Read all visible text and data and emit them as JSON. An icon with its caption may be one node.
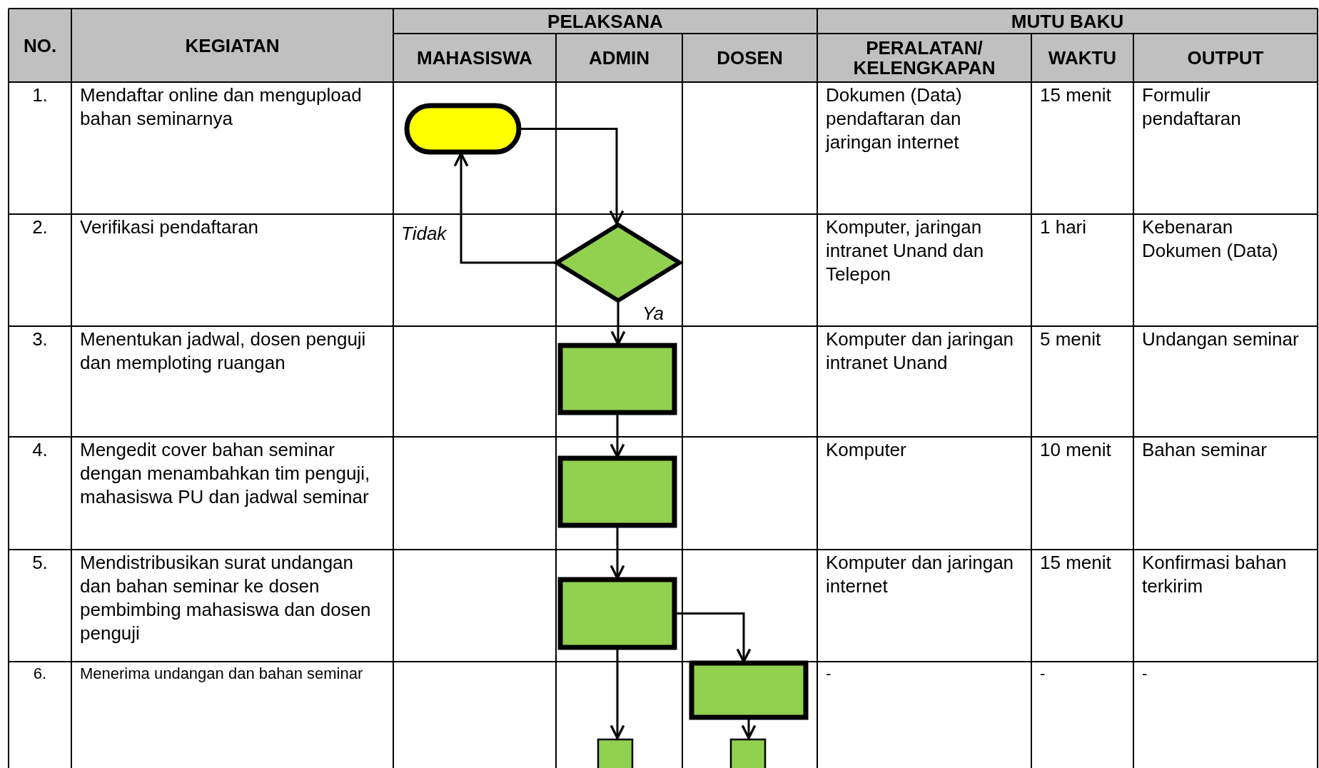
{
  "diagram": {
    "nodes": [
      {
        "text": [],
        "shape": "pill"
      },
      {
        "text": [],
        "shape": "diamond"
      },
      {
        "text": [],
        "shape": "box"
      },
      {
        "text": [],
        "shape": "box"
      },
      {
        "text": [],
        "shape": "box"
      },
      {
        "text": [],
        "shape": "box"
      },
      {
        "text": [],
        "shape": "pentagon"
      },
      {
        "text": [],
        "shape": "pentagon"
      }
    ],
    "edges": [
      {
        "from": 0,
        "to": 1,
        "arrow": "to"
      },
      {
        "from": 1,
        "to": 0,
        "arrow": "to",
        "label": "Tidak"
      },
      {
        "from": 1,
        "to": 2,
        "arrow": "to",
        "label": "Ya"
      },
      {
        "from": 2,
        "to": 3,
        "arrow": "to"
      },
      {
        "from": 3,
        "to": 4,
        "arrow": "to"
      },
      {
        "from": 4,
        "to": 5,
        "arrow": "to"
      },
      {
        "from": 4,
        "to": 6,
        "arrow": "to"
      },
      {
        "from": 5,
        "to": 7,
        "arrow": "to"
      }
    ],
    "labels": [
      "NO.",
      "KEGIATAN",
      "PELAKSANA",
      "MUTU BAKU",
      "MAHASISWA",
      "ADMIN",
      "DOSEN",
      "PERALATAN/ KELENGKAPAN",
      "WAKTU",
      "OUTPUT",
      "1.",
      "Mendaftar online dan mengupload bahan seminarnya",
      "Dokumen (Data) pendaftaran dan jaringan internet",
      "15 menit",
      "Formulir pendaftaran",
      "2.",
      "Verifikasi pendaftaran",
      "Komputer, jaringan intranet Unand dan Telepon",
      "1 hari",
      "Kebenaran Dokumen (Data)",
      "3.",
      "Menentukan jadwal, dosen penguji dan memploting ruangan",
      "Komputer dan jaringan intranet Unand",
      "5 menit",
      "Undangan seminar",
      "4.",
      "Mengedit cover bahan seminar dengan menambahkan tim penguji, mahasiswa PU dan jadwal seminar",
      "Komputer",
      "10 menit",
      "Bahan seminar",
      "5.",
      "Mendistribusikan surat undangan dan bahan seminar ke dosen pembimbing mahasiswa dan dosen penguji",
      "Komputer dan jaringan internet",
      "15 menit",
      "Konfirmasi bahan terkirim",
      "6.",
      "Menerima undangan dan bahan seminar",
      "-",
      "-",
      "-"
    ]
  }
}
